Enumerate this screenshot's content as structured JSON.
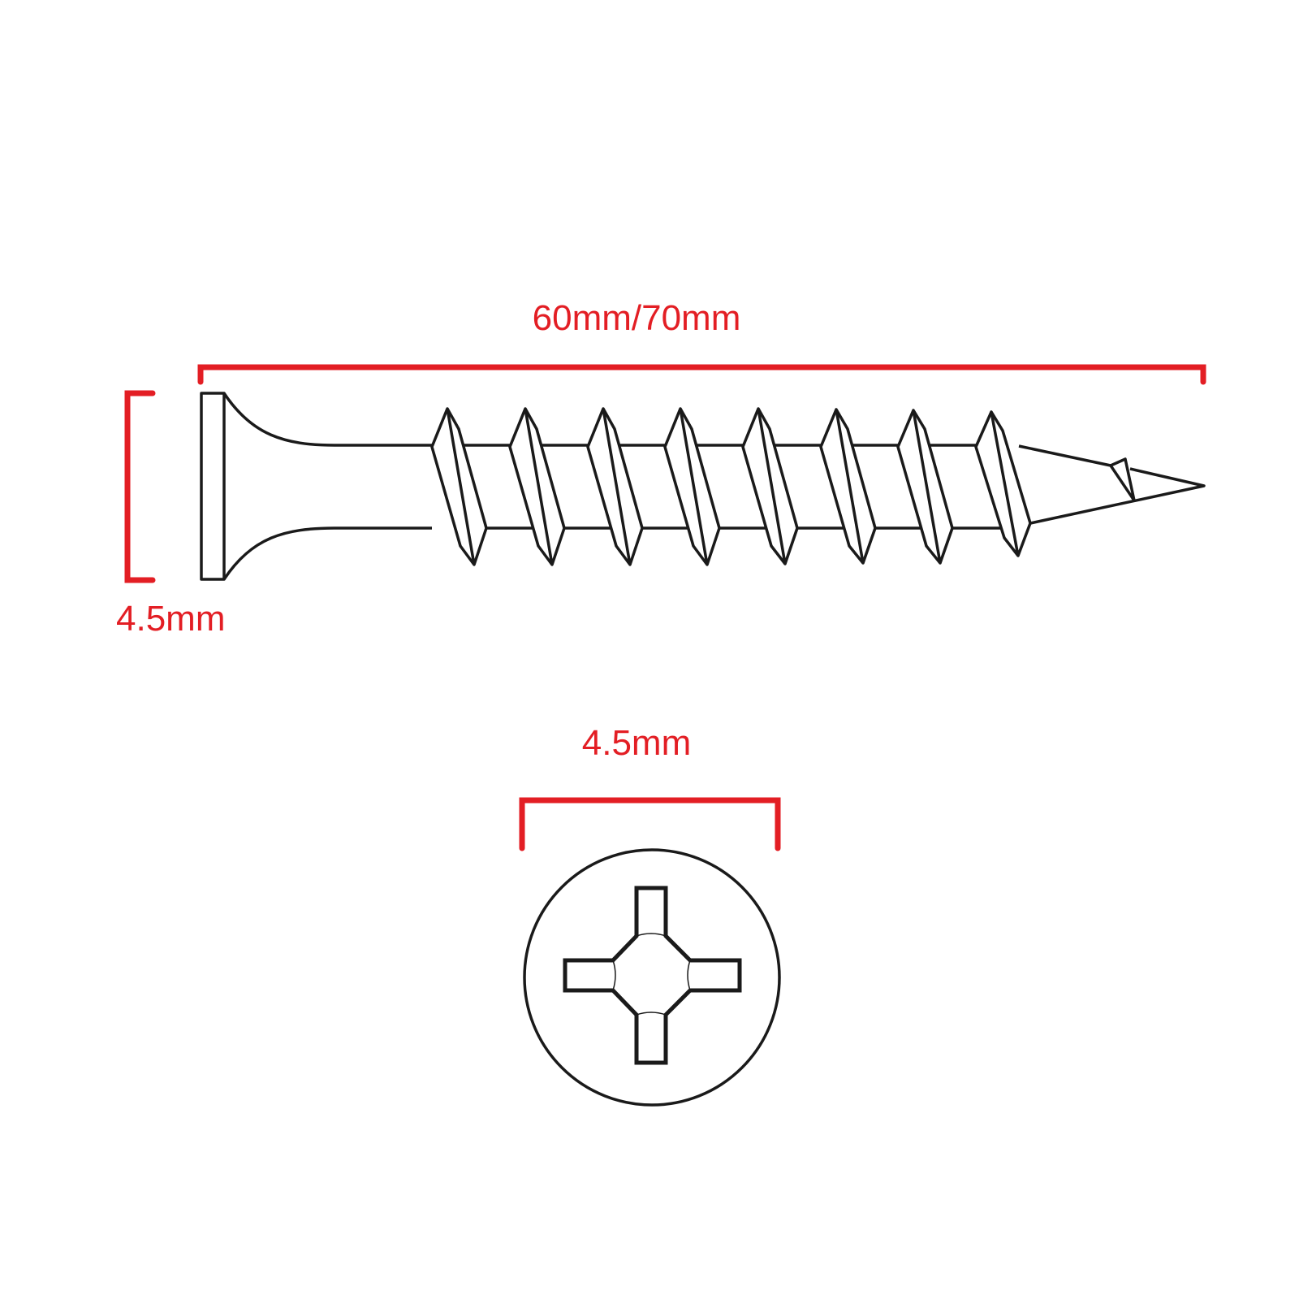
{
  "diagram": {
    "subject": "Drywall screw technical drawing (side view and head view)",
    "colors": {
      "dimension": "#e31e24",
      "outline": "#1a1a1a",
      "background": "#ffffff"
    },
    "side_view": {
      "length_label": "60mm/70mm",
      "diameter_label": "4.5mm",
      "thread_count": 8
    },
    "head_view": {
      "diameter_label": "4.5mm",
      "drive_type": "phillips-cross"
    }
  }
}
